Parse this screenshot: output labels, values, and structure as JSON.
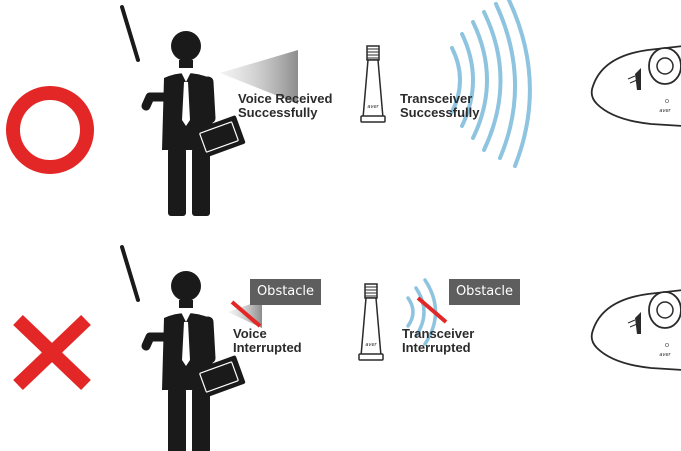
{
  "rows": [
    {
      "status": "correct",
      "voice_line1": "Voice Received",
      "voice_line2": "Successfully",
      "transceiver_line1": "Transceiver",
      "transceiver_line2": "Successfully"
    },
    {
      "status": "incorrect",
      "voice_line1": "Voice",
      "voice_line2": "Interrupted",
      "transceiver_line1": "Transceiver",
      "transceiver_line2": "Interrupted",
      "obstacle_voice": "Obstacle",
      "obstacle_transceiver": "Obstacle"
    }
  ],
  "colors": {
    "correct_mark": "#e32626",
    "incorrect_mark": "#e32626",
    "figure": "#1a1a1a",
    "signal_waves": "#8ec4e0",
    "obstacle_box": "#5e5e5e",
    "obstacle_line": "#e32626"
  },
  "icons": [
    "correct-circle-icon",
    "incorrect-cross-icon",
    "presenter-icon",
    "microphone-icon",
    "camera-icon"
  ]
}
